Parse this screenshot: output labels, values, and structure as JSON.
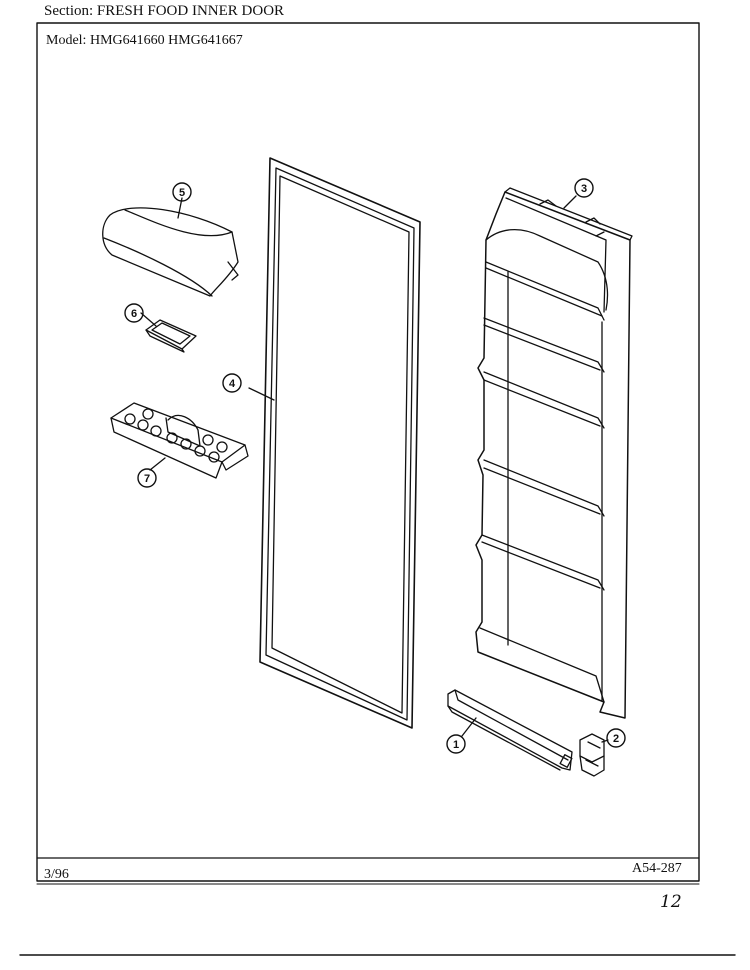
{
  "header": {
    "section_label": "Section:",
    "section_value": "FRESH FOOD INNER DOOR",
    "model_label": "Model:",
    "model_value": "HMG641660 HMG641667"
  },
  "footer": {
    "date": "3/96",
    "doc_number": "A54-287",
    "page_note": "12"
  },
  "callouts": [
    "1",
    "2",
    "3",
    "4",
    "5",
    "6",
    "7"
  ],
  "colors": {
    "ink": "#111111",
    "background": "#ffffff"
  }
}
